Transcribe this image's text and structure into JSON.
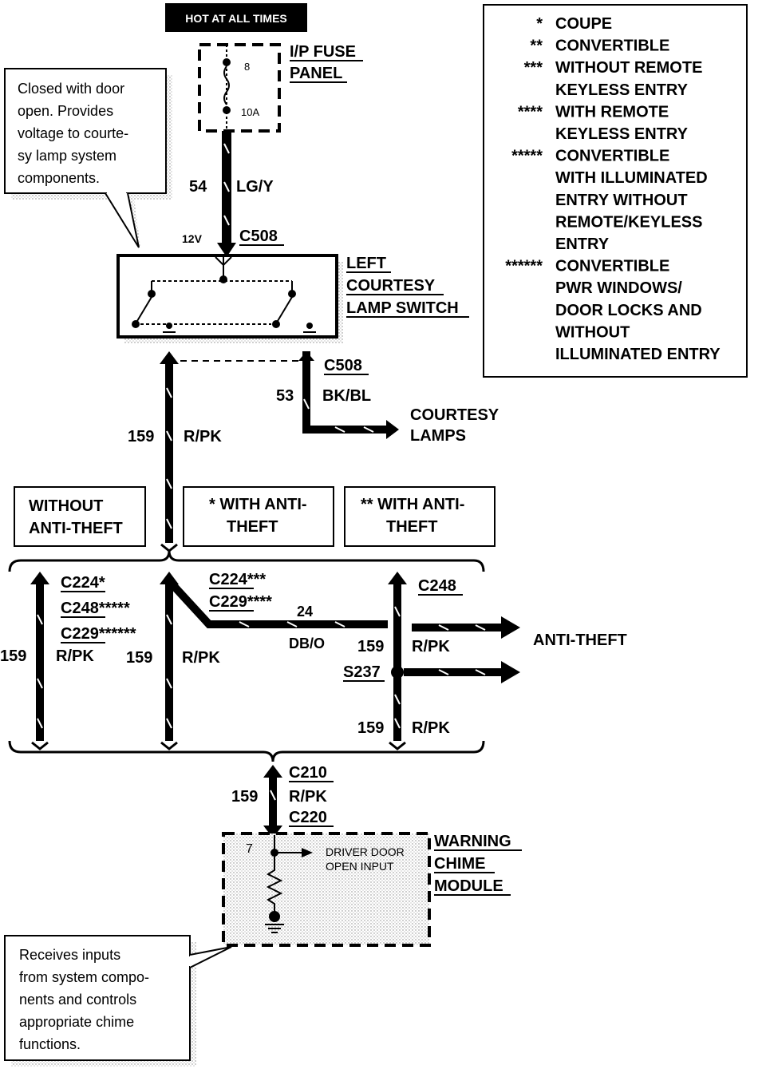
{
  "power": {
    "hot_label": "HOT AT ALL TIMES",
    "fuse_panel_line1": "I/P FUSE",
    "fuse_panel_line2": "PANEL",
    "fuse_number": "8",
    "fuse_rating": "10A"
  },
  "note_top": {
    "lines": [
      "Closed with door",
      "open.  Provides",
      "voltage to courte-",
      "sy lamp system",
      "components."
    ]
  },
  "legend": {
    "entries": [
      {
        "mark": "*",
        "lines": [
          "COUPE"
        ]
      },
      {
        "mark": "**",
        "lines": [
          "CONVERTIBLE"
        ]
      },
      {
        "mark": "***",
        "lines": [
          "WITHOUT REMOTE",
          "KEYLESS ENTRY"
        ]
      },
      {
        "mark": "****",
        "lines": [
          "WITH REMOTE",
          "KEYLESS ENTRY"
        ]
      },
      {
        "mark": "*****",
        "lines": [
          "CONVERTIBLE",
          "WITH ILLUMINATED",
          "ENTRY WITHOUT",
          "REMOTE/KEYLESS",
          "ENTRY"
        ]
      },
      {
        "mark": "******",
        "lines": [
          "CONVERTIBLE",
          "PWR WINDOWS/",
          "DOOR LOCKS AND",
          "WITHOUT",
          "ILLUMINATED ENTRY"
        ]
      }
    ]
  },
  "wire_54": {
    "circuit": "54",
    "color": "LG/Y"
  },
  "voltage": "12V",
  "connectors": {
    "c508_top": "C508",
    "c508_bottom": "C508",
    "c248_right": "C248",
    "s237": "S237",
    "c210": "C210",
    "c220": "C220",
    "left_list": [
      "C224*",
      "C248*****",
      "C229******"
    ],
    "mid_list": [
      "C224***",
      "C229****"
    ]
  },
  "switch": {
    "lines": [
      "LEFT",
      "COURTESY",
      "LAMP SWITCH"
    ]
  },
  "wire_53": {
    "circuit": "53",
    "color": "BK/BL"
  },
  "courtesy_lamps": [
    "COURTESY",
    "LAMPS"
  ],
  "wire_159_main": {
    "circuit": "159",
    "color": "R/PK"
  },
  "options": {
    "without": [
      "WITHOUT",
      "ANTI-THEFT"
    ],
    "with_coupe": [
      "*  WITH ANTI-",
      "THEFT"
    ],
    "with_conv": [
      "** WITH ANTI-",
      "THEFT"
    ]
  },
  "lower": {
    "left_circuit": "159",
    "left_color": "R/PK",
    "mid_circuit": "159",
    "mid_color": "R/PK",
    "wire_24_circuit": "24",
    "wire_24_color": "DB/O",
    "right_circuit": "159",
    "right_color": "R/PK",
    "right2_circuit": "159",
    "right2_color": "R/PK",
    "anti_theft": "ANTI-THEFT"
  },
  "wire_chime": {
    "circuit": "159",
    "color": "R/PK"
  },
  "chime_module": {
    "lines": [
      "WARNING",
      "CHIME",
      "MODULE"
    ],
    "pin": "7",
    "input_lines": [
      "DRIVER DOOR",
      "OPEN INPUT"
    ]
  },
  "note_bottom": {
    "lines": [
      "Receives inputs",
      "from system compo-",
      "nents and controls",
      "appropriate chime",
      "functions."
    ]
  }
}
